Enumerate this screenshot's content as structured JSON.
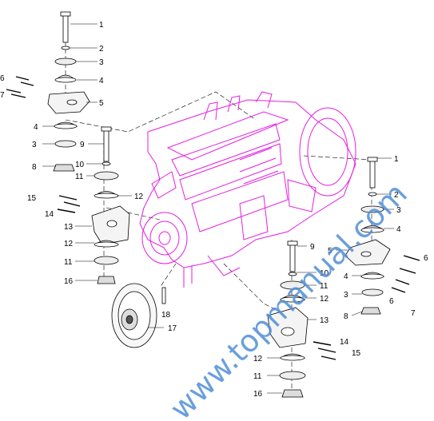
{
  "diagram": {
    "callouts": [
      "1",
      "2",
      "3",
      "4",
      "5",
      "6",
      "7",
      "8",
      "9",
      "10",
      "11",
      "12",
      "13",
      "14",
      "15",
      "16",
      "17",
      "18"
    ],
    "left_assembly": {
      "labels": [
        "1",
        "2",
        "3",
        "4",
        "5",
        "6",
        "7",
        "4",
        "3",
        "9",
        "8",
        "10",
        "11",
        "12",
        "15",
        "14",
        "13",
        "12",
        "11",
        "16",
        "17",
        "18"
      ]
    },
    "right_assembly": {
      "labels": [
        "1",
        "2",
        "3",
        "4",
        "5",
        "6",
        "4",
        "3",
        "6",
        "7",
        "8",
        "9",
        "10",
        "11",
        "12",
        "13",
        "14",
        "15",
        "12",
        "11",
        "16"
      ]
    },
    "watermark": "www.topmanual.com",
    "colors": {
      "engine": "#e51fe0",
      "parts": "#000000",
      "watermark": "#4f8fd6",
      "background": "#ffffff"
    }
  }
}
